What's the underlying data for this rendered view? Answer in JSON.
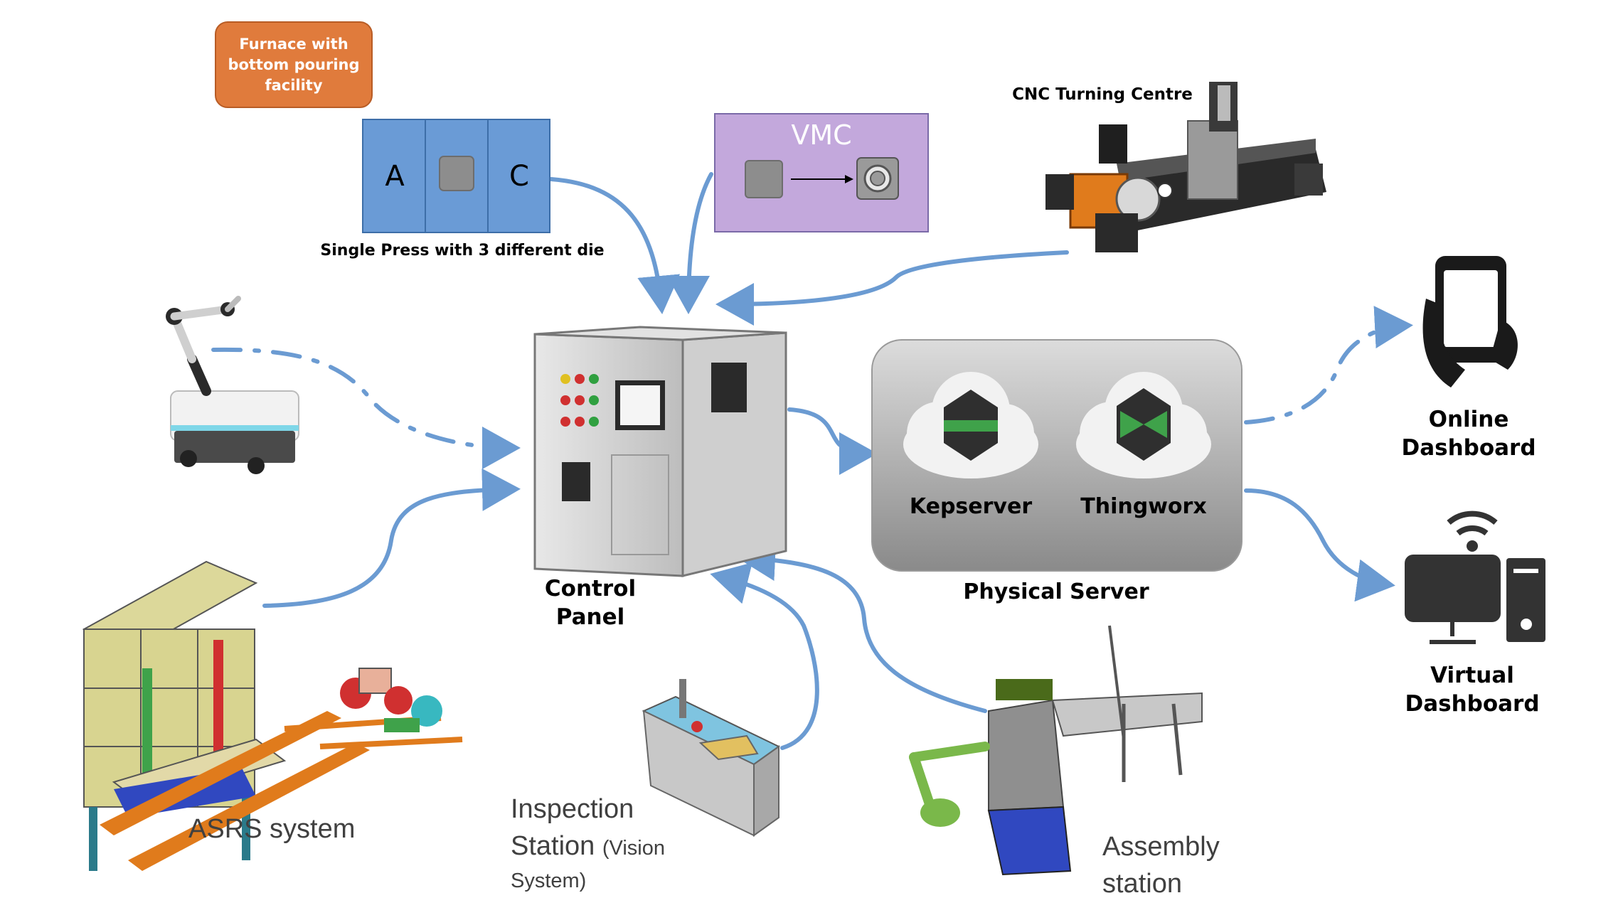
{
  "furnace": {
    "label": "Furnace with bottom pouring facility"
  },
  "press": {
    "die_a": "A",
    "die_c": "C",
    "label": "Single Press with 3 different die"
  },
  "vmc": {
    "label": "VMC"
  },
  "cnc": {
    "label": "CNC Turning Centre"
  },
  "control_panel": {
    "line1": "Control",
    "line2": "Panel"
  },
  "server": {
    "label": "Physical Server",
    "kepserver": "Kepserver",
    "thingworx": "Thingworx"
  },
  "online_dashboard": {
    "line1": "Online",
    "line2": "Dashboard"
  },
  "virtual_dashboard": {
    "line1": "Virtual",
    "line2": "Dashboard"
  },
  "asrs": {
    "label": "ASRS system"
  },
  "inspection": {
    "line1": "Inspection",
    "line2": "Station",
    "line2_suffix": "(Vision",
    "line3": "System)"
  },
  "assembly": {
    "line1": "Assembly",
    "line2": "station"
  },
  "colors": {
    "arrow": "#6b9bd2",
    "furnace": "#e07b3c",
    "press": "#6a9bd6",
    "vmc": "#c3a8dc",
    "server": "#8c8c8c"
  }
}
